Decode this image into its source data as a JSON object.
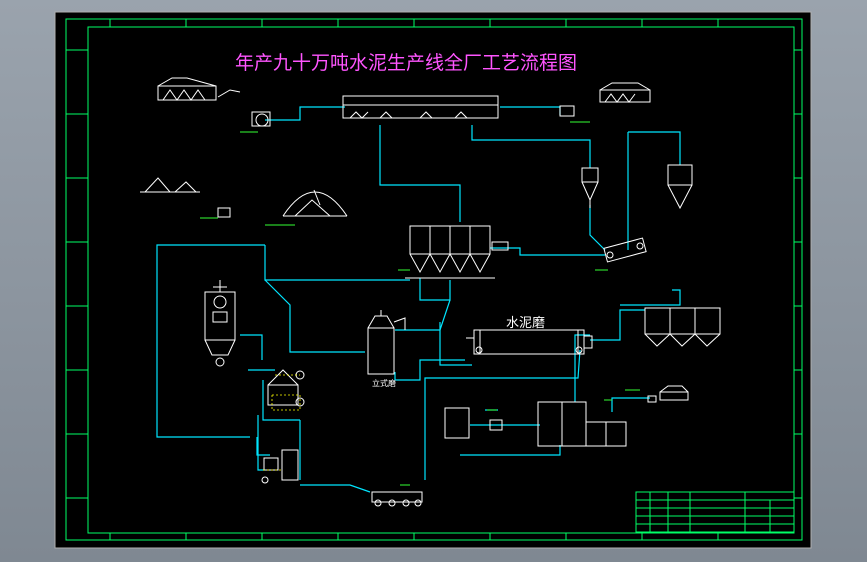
{
  "title": "年产九十万吨水泥生产线全厂工艺流程图",
  "labels": {
    "cement_mill": "水泥磨",
    "vertical_mill": "立式磨"
  },
  "colors": {
    "canvas_bg": "#000000",
    "border_gray": "#b0b0b0",
    "frame_green": "#00ff66",
    "flow_cyan": "#00e5ff",
    "equipment_white": "#ffffff",
    "title_magenta": "#ff55ff",
    "label_green": "#33ff33",
    "label_yellow": "#ffff00"
  }
}
